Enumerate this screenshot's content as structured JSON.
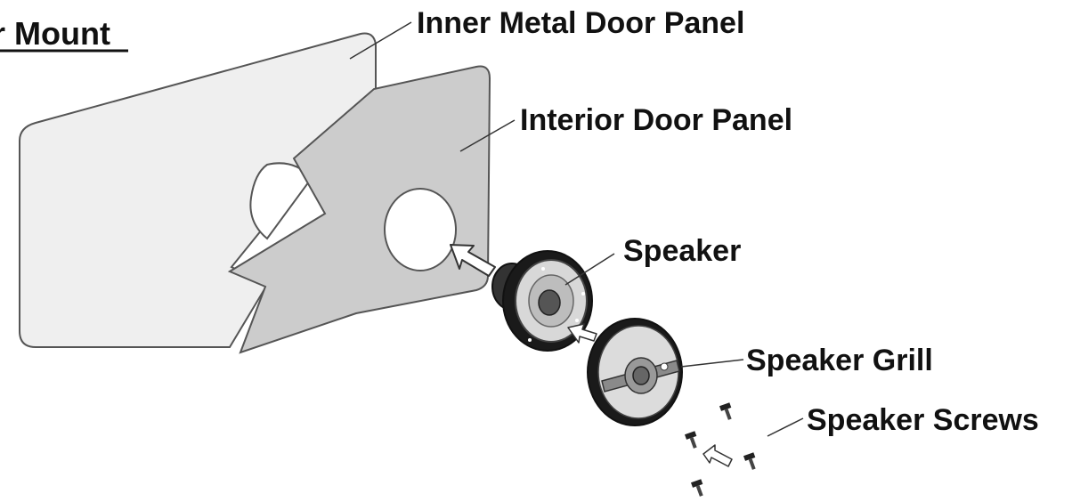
{
  "diagram": {
    "title": "r Mount",
    "labels": {
      "inner_metal_door_panel": "Inner Metal Door Panel",
      "interior_door_panel": "Interior Door Panel",
      "speaker": "Speaker",
      "speaker_grill": "Speaker Grill",
      "speaker_screws": "Speaker Screws"
    },
    "colors": {
      "metal_panel_fill": "#efefef",
      "interior_panel_fill": "#cccccc",
      "outline": "#555555",
      "speaker_dark": "#222222",
      "text": "#111111"
    }
  }
}
